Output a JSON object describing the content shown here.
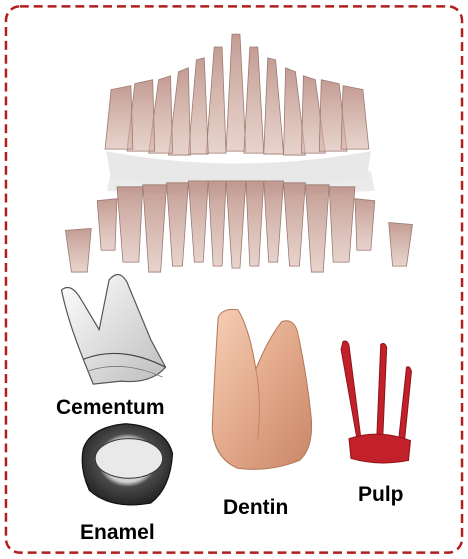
{
  "labels": {
    "cementum": "Cementum",
    "dentin": "Dentin",
    "pulp": "Pulp",
    "enamel": "Enamel"
  },
  "colors": {
    "border": "#b01e1e",
    "tooth_root": "#c79b8e",
    "tooth_crown": "#d9d9d9",
    "dentin": "#e9b79a",
    "pulp": "#c2202a",
    "cementum": "#f2f2f2",
    "enamel": "#3a3a3a"
  }
}
